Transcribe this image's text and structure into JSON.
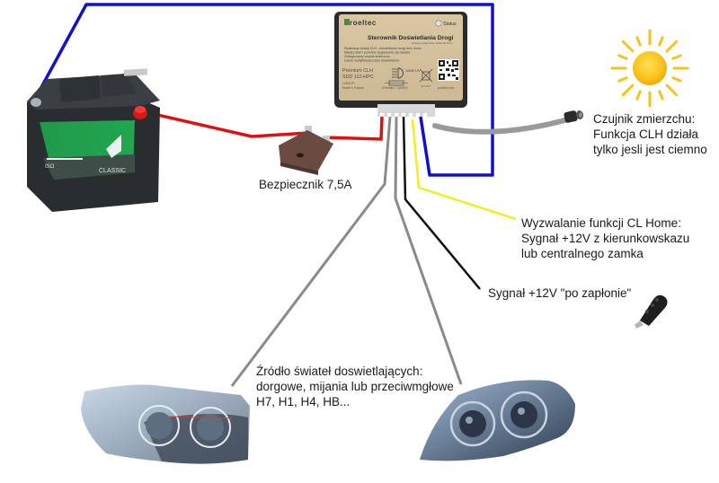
{
  "diagram": {
    "controller": {
      "brand": "roeltec",
      "status_label": "Status",
      "title": "Sterownik Doświetlania Drogi",
      "subtitle": "Coming Leaving Home, Follow Me Home",
      "features": [
        "Realizacja funkcji CLH - doświetlanie drogi do/z domu",
        "Między start i powolne wygaszanie się świateł",
        "Zintegrowany czujnik zmierzchu",
        "Łatwa modyfikacja czasu doświetlania"
      ],
      "model_line1": "Premium CLH",
      "model_line2": "SDD 112-HPC",
      "rating": "2x65W 12V",
      "origin_line1": "LODZ-PL",
      "origin_line2": "Made in Poland",
      "fuse_rating": "UN/maks 7,5A/32V",
      "version": "v1.0 2017",
      "website": "proeltec.com"
    },
    "battery": {
      "brand_label": "CLASSIC",
      "code": "ISO"
    },
    "labels": {
      "fuse": "Bezpiecznik 7,5A",
      "sensor": [
        "Czujnik zmierzchu:",
        "Funkcja CLH działa",
        "tylko jesli jest ciemno"
      ],
      "trigger": [
        "Wyzwalanie funkcji CL Home:",
        "Sygnał +12V z kierunkowskazu",
        "lub centralnego zamka"
      ],
      "ignition": "Sygnał +12V \"po zapłonie\"",
      "light_source": [
        "Źródło świateł doswietlających:",
        "dorgowe, mijania lub przeciwmgłowe",
        "H7, H1, H4, HB..."
      ]
    },
    "wire_colors": {
      "ground": "#1010d0",
      "power": "#e01010",
      "light_output": "#8a8a8a",
      "ignition": "#111111",
      "trigger": "#f2ee20",
      "sensor_cable": "#9a9a9a"
    }
  }
}
